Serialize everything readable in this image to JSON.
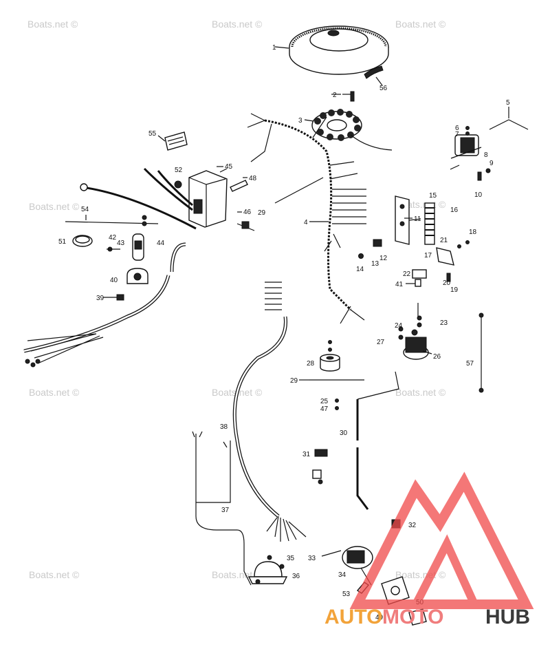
{
  "watermark": "Boats.net ©",
  "logo": {
    "part1": "AUTO",
    "part2": "MOTO",
    "part3": "HUB",
    "color1": "#f2a33a",
    "color2": "#f07d7d",
    "color3": "#3a3a3a",
    "mark_color": "#f04a4a"
  },
  "callouts": {
    "c1": "1",
    "c2": "2",
    "c3": "3",
    "c4": "4",
    "c5": "5",
    "c6": "6",
    "c7": "7",
    "c8": "8",
    "c9": "9",
    "c10": "10",
    "c11": "11",
    "c12": "12",
    "c13": "13",
    "c14": "14",
    "c15": "15",
    "c16": "16",
    "c17": "17",
    "c18": "18",
    "c19": "19",
    "c20": "20",
    "c21": "21",
    "c22": "22",
    "c23": "23",
    "c24": "24",
    "c25": "25",
    "c26": "26",
    "c27": "27",
    "c28": "28",
    "c29": "29",
    "c30": "30",
    "c31": "31",
    "c32": "32",
    "c33": "33",
    "c34": "34",
    "c35": "35",
    "c36": "36",
    "c37": "37",
    "c38": "38",
    "c39": "39",
    "c40": "40",
    "c41": "41",
    "c42": "42",
    "c43": "43",
    "c44": "44",
    "c45": "45",
    "c46": "46",
    "c47": "47",
    "c48": "48",
    "c49": "49",
    "c50": "50",
    "c51": "51",
    "c52": "52",
    "c53": "53",
    "c54": "54",
    "c55": "55",
    "c56": "56",
    "c57": "57"
  }
}
